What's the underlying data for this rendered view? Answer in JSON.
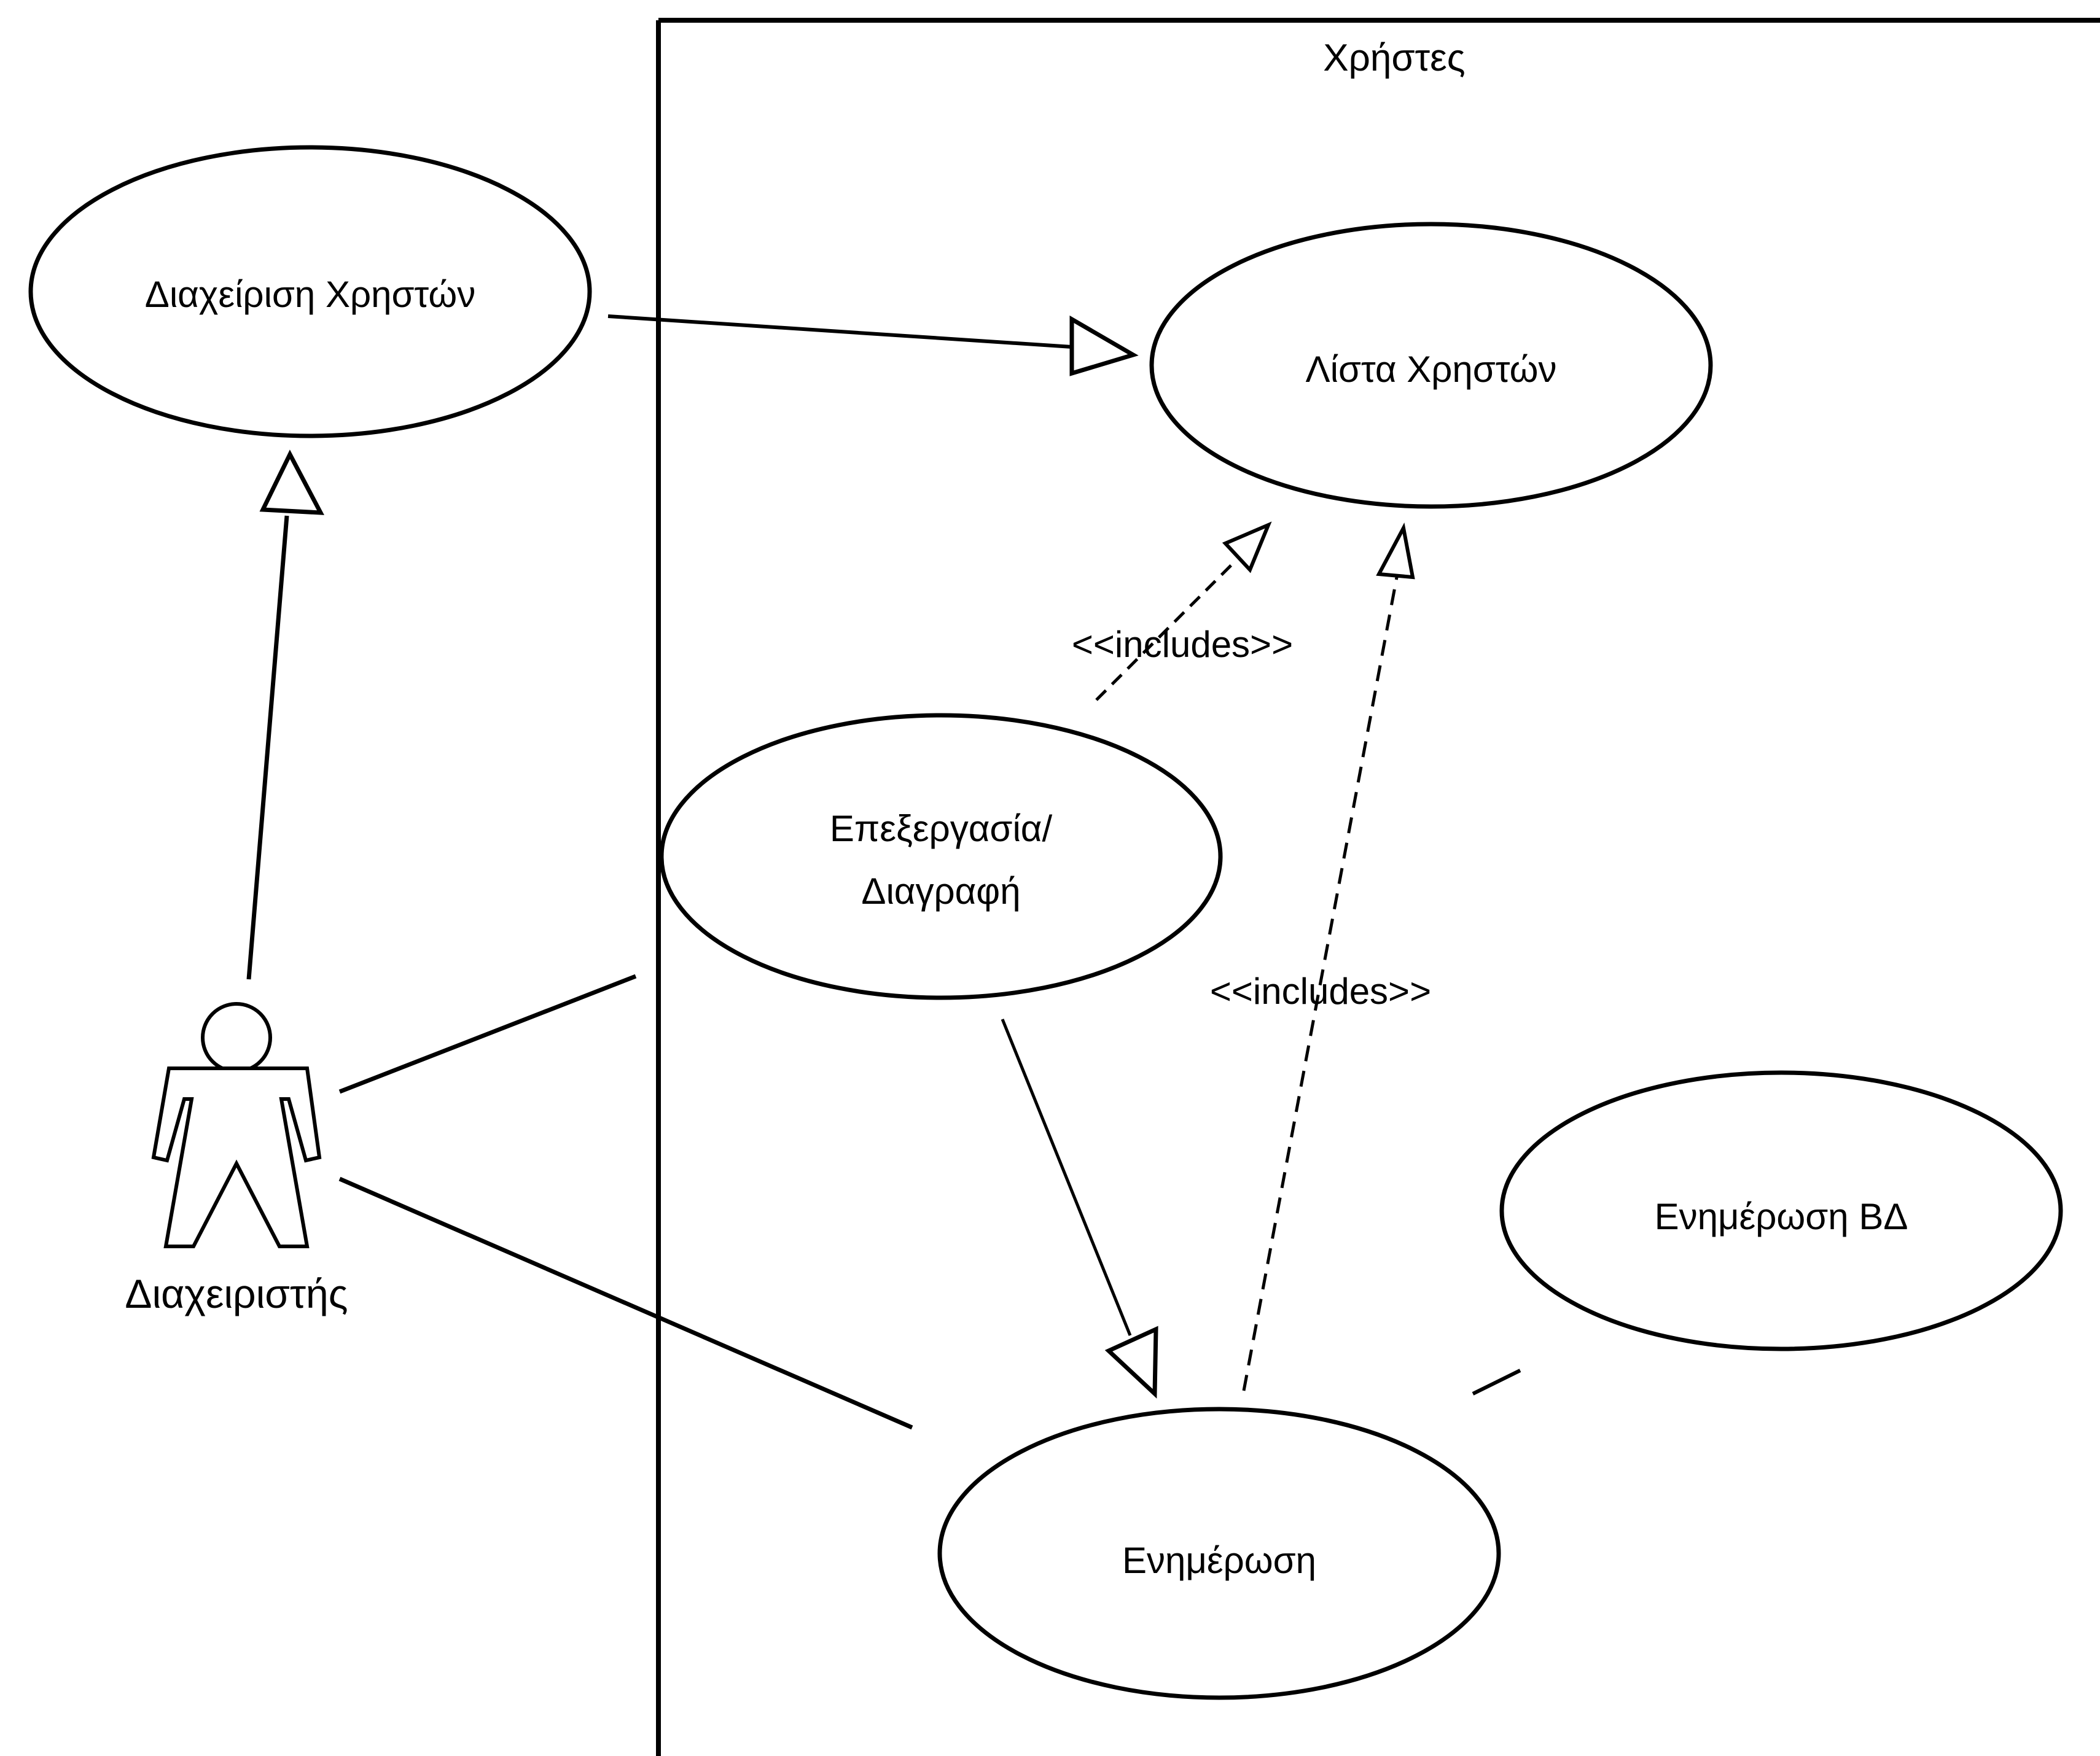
{
  "diagram": {
    "type": "uml-use-case",
    "system_boundary": {
      "label": "Χρήστες"
    },
    "actor": {
      "name": "Διαχειριστής"
    },
    "use_cases": {
      "manage_users": "Διαχείριση Χρηστών",
      "user_list": "Λίστα Χρηστών",
      "edit_delete_line1": "Επεξεργασία/",
      "edit_delete_line2": "Διαγραφή",
      "update": "Ενημέρωση",
      "update_db": "Ενημέρωση ΒΔ"
    },
    "stereotypes": {
      "includes_1": "<<includes>>",
      "includes_2": "<<includes>>"
    },
    "colors": {
      "line": "#000000",
      "background": "#ffffff",
      "fill": "#ffffff"
    }
  }
}
